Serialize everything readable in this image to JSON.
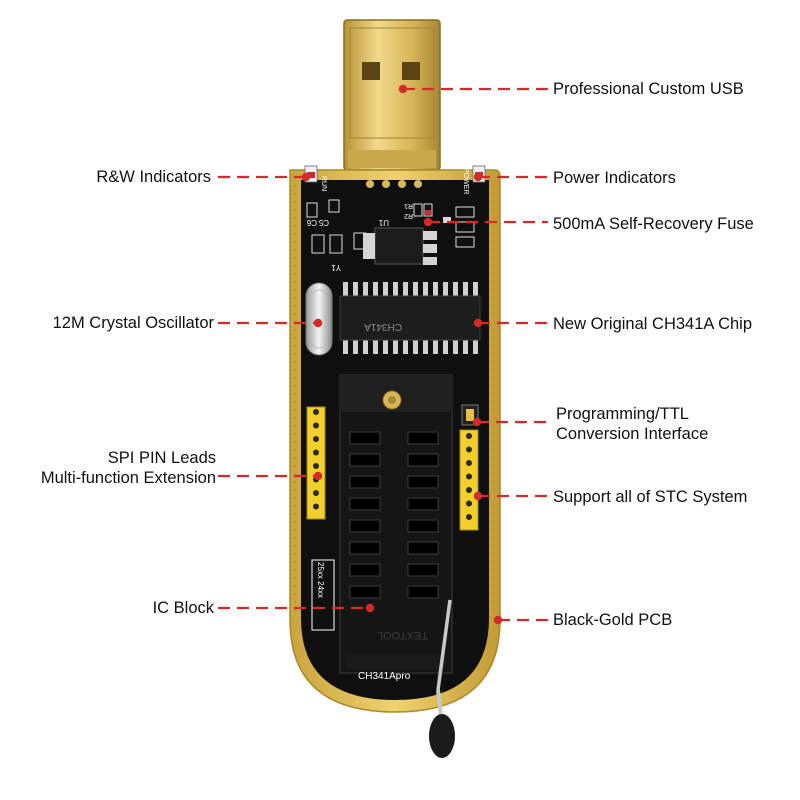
{
  "colors": {
    "background": "#ffffff",
    "leader": "#d42a2a",
    "pcb_gold": "#e7c95e",
    "pcb_black": "#101010",
    "usb_gold": "#d9b95a",
    "header_yellow": "#f4d42a"
  },
  "board": {
    "run_label": "RUN",
    "power_label": "POWER",
    "silk_c6": "C6",
    "silk_c5": "C5",
    "silk_y1": "Y1",
    "silk_u1": "U1",
    "silk_r1": "R1",
    "silk_r2": "R2",
    "chip_marking": "CH341A",
    "socket_marking": "TEXTOOL",
    "socket_left_text": "25xx 24xx",
    "model_text": "CH341Apro"
  },
  "callouts": {
    "usb": {
      "text": "Professional Custom USB"
    },
    "rw_indicators": {
      "text": "R&W Indicators"
    },
    "power_indicators": {
      "text": "Power Indicators"
    },
    "fuse": {
      "text": "500mA Self-Recovery Fuse"
    },
    "crystal": {
      "text": "12M Crystal Oscillator"
    },
    "chip": {
      "text": "New Original CH341A Chip"
    },
    "spi": {
      "line1": "SPI PIN Leads",
      "line2": "Multi-function Extension"
    },
    "ttl": {
      "line1": "Programming/TTL",
      "line2": "Conversion Interface"
    },
    "stc": {
      "text": "Support all of STC System"
    },
    "ic_block": {
      "text": "IC Block"
    },
    "pcb": {
      "text": "Black-Gold PCB"
    }
  }
}
